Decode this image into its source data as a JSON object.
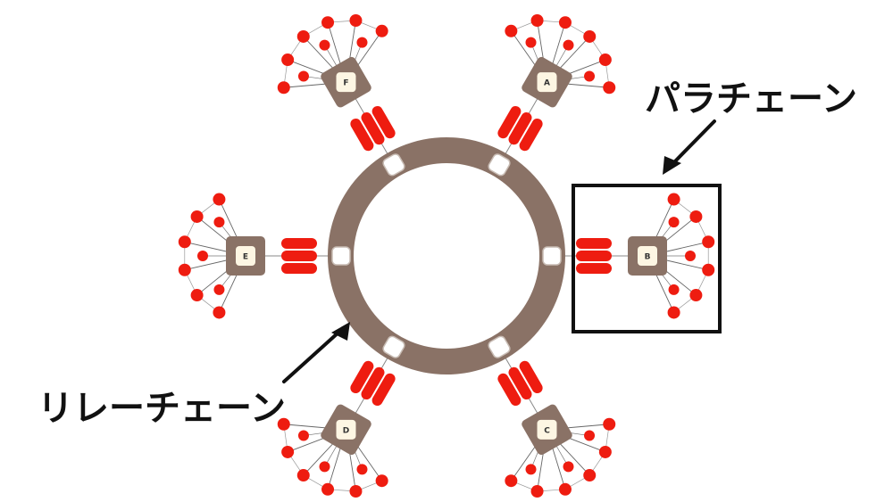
{
  "labels": {
    "parachain_label": "パラチェーン",
    "relaychain_label": "リレーチェーン"
  },
  "parachains": [
    {
      "id": "A",
      "label": "A",
      "highlighted": false
    },
    {
      "id": "B",
      "label": "B",
      "highlighted": true
    },
    {
      "id": "C",
      "label": "C",
      "highlighted": false
    },
    {
      "id": "D",
      "label": "D",
      "highlighted": false
    },
    {
      "id": "E",
      "label": "E",
      "highlighted": false
    },
    {
      "id": "F",
      "label": "F",
      "highlighted": false
    }
  ],
  "colors": {
    "relay_ring": "#8a7266",
    "collator_node": "#ee1c10",
    "parachain_box": "#8a7266",
    "parachain_inner": "#fdf6e3",
    "slot": "#ffffff",
    "highlight_frame": "#111111",
    "arrow": "#111111"
  }
}
